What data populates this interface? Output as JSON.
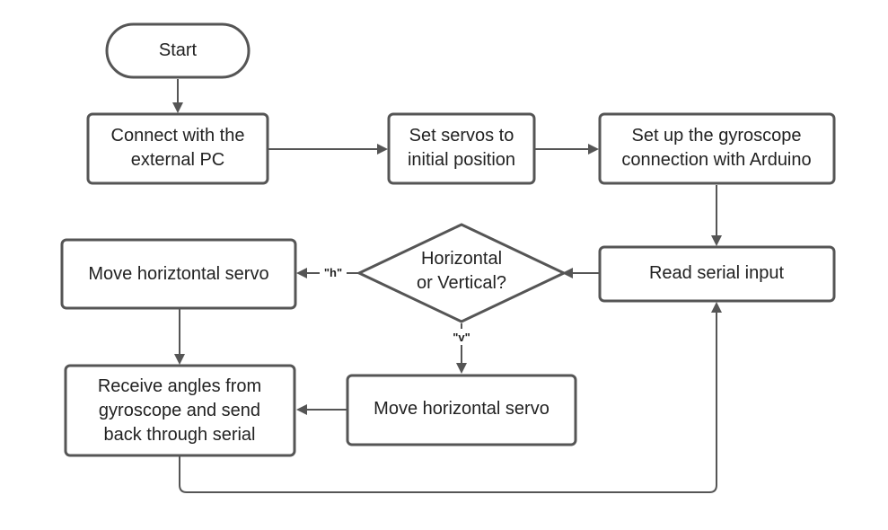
{
  "colors": {
    "stroke": "#555555",
    "text": "#222222",
    "background": "#ffffff"
  },
  "nodes": {
    "start": {
      "shape": "terminator",
      "lines": [
        "Start"
      ]
    },
    "connect_pc": {
      "shape": "process",
      "lines": [
        "Connect with the",
        "external PC"
      ]
    },
    "set_servos": {
      "shape": "process",
      "lines": [
        "Set servos to",
        "initial position"
      ]
    },
    "setup_gyro": {
      "shape": "process",
      "lines": [
        "Set up the gyroscope",
        "connection with Arduino"
      ]
    },
    "read_serial": {
      "shape": "process",
      "lines": [
        "Read serial input"
      ]
    },
    "decision": {
      "shape": "decision",
      "lines": [
        "Horizontal",
        "or Vertical?"
      ]
    },
    "move_h_left": {
      "shape": "process",
      "lines": [
        "Move horiztontal servo"
      ]
    },
    "move_h_bottom": {
      "shape": "process",
      "lines": [
        "Move horizontal servo"
      ]
    },
    "receive_angles": {
      "shape": "process",
      "lines": [
        "Receive angles from",
        "gyroscope and send",
        "back through serial"
      ]
    }
  },
  "edge_labels": {
    "h": "\"h\"",
    "v": "\"v\""
  },
  "edges": [
    {
      "from": "start",
      "to": "connect_pc"
    },
    {
      "from": "connect_pc",
      "to": "set_servos"
    },
    {
      "from": "set_servos",
      "to": "setup_gyro"
    },
    {
      "from": "setup_gyro",
      "to": "read_serial"
    },
    {
      "from": "read_serial",
      "to": "decision"
    },
    {
      "from": "decision",
      "to": "move_h_left",
      "label": "h"
    },
    {
      "from": "decision",
      "to": "move_h_bottom",
      "label": "v"
    },
    {
      "from": "move_h_left",
      "to": "receive_angles"
    },
    {
      "from": "move_h_bottom",
      "to": "receive_angles"
    },
    {
      "from": "receive_angles",
      "to": "read_serial"
    }
  ]
}
